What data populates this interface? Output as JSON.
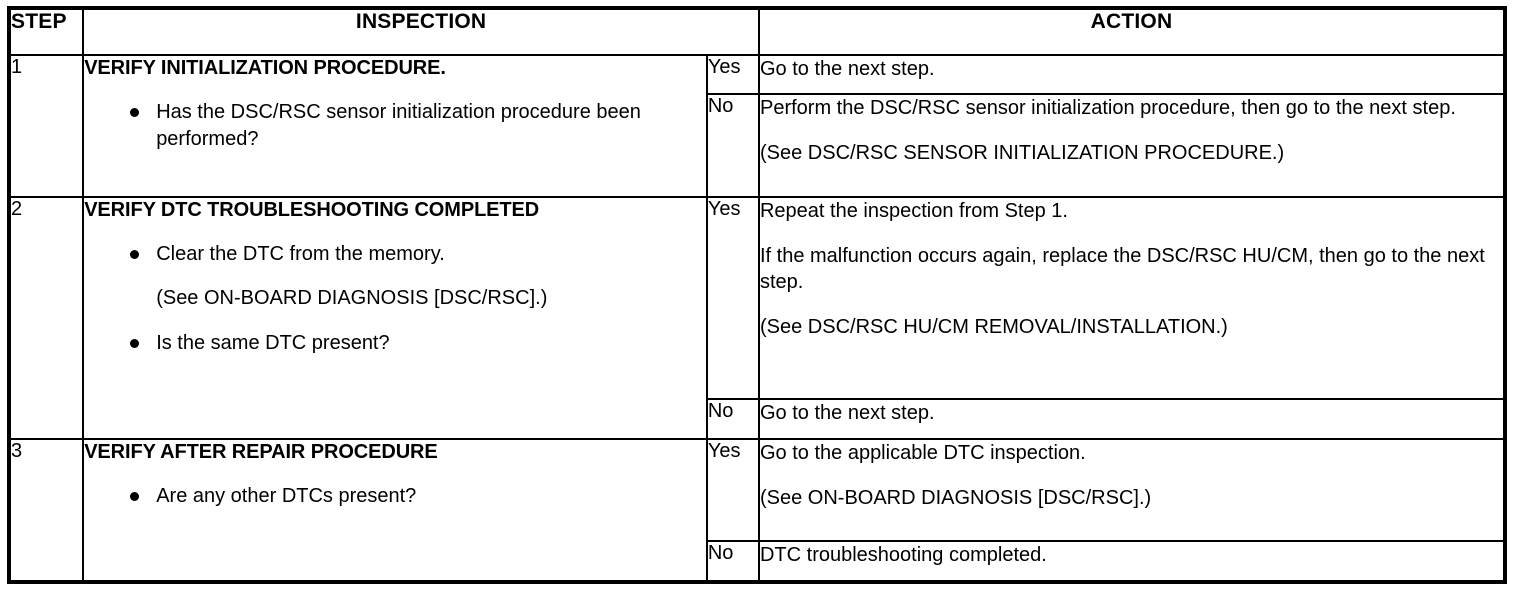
{
  "table": {
    "headers": {
      "step": "STEP",
      "inspection": "INSPECTION",
      "action": "ACTION"
    },
    "rows": [
      {
        "step": "1",
        "inspection": {
          "title": "VERIFY INITIALIZATION PROCEDURE.",
          "items": [
            {
              "type": "bullet",
              "text": "Has the DSC/RSC sensor initialization procedure been performed?"
            }
          ]
        },
        "branches": [
          {
            "label": "Yes",
            "paragraphs": [
              "Go to the next step."
            ]
          },
          {
            "label": "No",
            "paragraphs": [
              "Perform the DSC/RSC sensor initialization procedure, then go to the next step.",
              "(See DSC/RSC SENSOR INITIALIZATION PROCEDURE.)"
            ]
          }
        ]
      },
      {
        "step": "2",
        "inspection": {
          "title": "VERIFY DTC TROUBLESHOOTING COMPLETED",
          "items": [
            {
              "type": "bullet",
              "text": "Clear the DTC from the memory."
            },
            {
              "type": "note",
              "text": "(See ON-BOARD DIAGNOSIS [DSC/RSC].)"
            },
            {
              "type": "bullet",
              "text": "Is the same DTC present?"
            }
          ]
        },
        "branches": [
          {
            "label": "Yes",
            "paragraphs": [
              "Repeat the inspection from Step 1.",
              "If the malfunction occurs again, replace the DSC/RSC HU/CM, then go to the next step.",
              "(See DSC/RSC HU/CM REMOVAL/INSTALLATION.)"
            ]
          },
          {
            "label": "No",
            "paragraphs": [
              "Go to the next step."
            ]
          }
        ]
      },
      {
        "step": "3",
        "inspection": {
          "title": "VERIFY AFTER REPAIR PROCEDURE",
          "items": [
            {
              "type": "bullet",
              "text": "Are any other DTCs present?"
            }
          ]
        },
        "branches": [
          {
            "label": "Yes",
            "paragraphs": [
              "Go to the applicable DTC inspection.",
              "(See ON-BOARD DIAGNOSIS [DSC/RSC].)"
            ]
          },
          {
            "label": "No",
            "paragraphs": [
              "DTC troubleshooting completed."
            ]
          }
        ]
      }
    ]
  },
  "colors": {
    "border": "#000000",
    "text": "#000000",
    "background": "#ffffff"
  }
}
